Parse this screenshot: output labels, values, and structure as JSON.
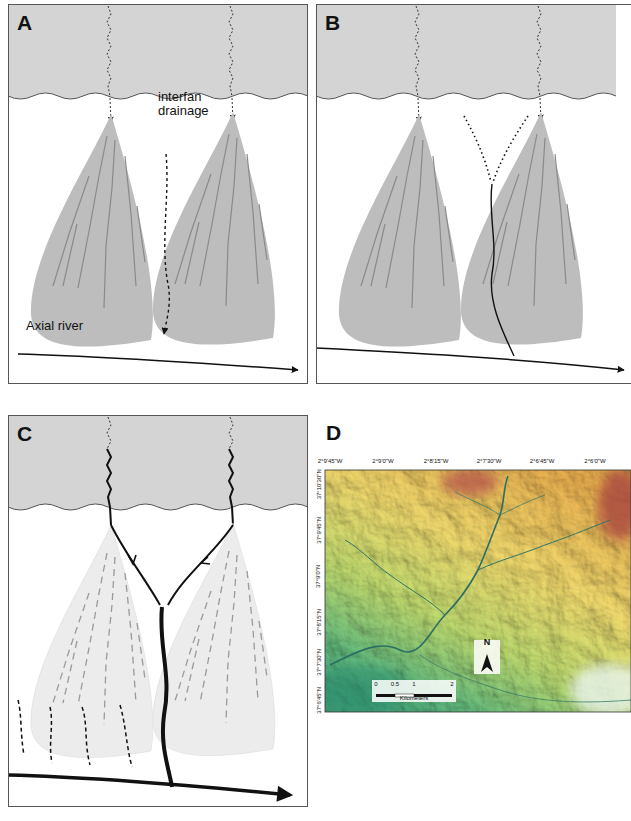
{
  "diagram": {
    "nodes": [
      {
        "text": [
          "A"
        ]
      },
      {
        "text": [
          "B"
        ]
      },
      {
        "text": [
          "C"
        ]
      },
      {
        "text": [
          "D"
        ]
      }
    ],
    "labels": [
      "interfan drainage",
      "Axial river",
      "2°9'45\"W",
      "2°9'0\"W",
      "2°8'15\"W",
      "2°7'30\"W",
      "2°6'45\"W",
      "2°6'0\"W",
      "37°10'30\"N",
      "37°9'45\"N",
      "37°9'0\"N",
      "37°8'15\"N",
      "37°7'30\"N",
      "37°6'45\"N",
      "0",
      "0.5",
      "1",
      "2",
      "Kilometers",
      "N"
    ]
  }
}
